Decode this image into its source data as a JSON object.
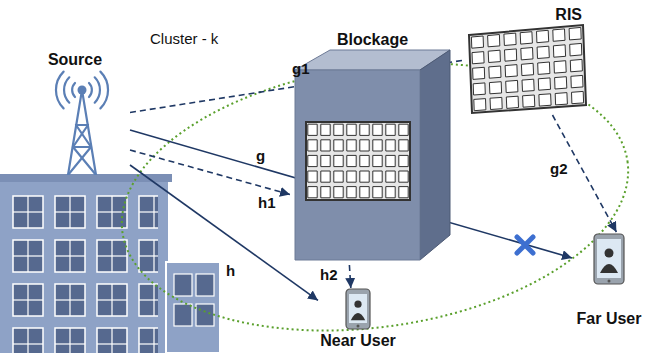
{
  "diagram": {
    "nodes": [
      {
        "text": [
          "Source"
        ]
      },
      {
        "text": [
          "RIS"
        ]
      },
      {
        "text": [
          "Blockage"
        ]
      },
      {
        "text": [
          "Near User"
        ]
      },
      {
        "text": [
          "Far User"
        ]
      }
    ],
    "edges": [
      {
        "from": 0,
        "to": 1,
        "label": "g1",
        "arrow": "none"
      },
      {
        "from": 0,
        "to": 4,
        "label": "g",
        "arrow": "to"
      },
      {
        "from": 0,
        "to": 2,
        "label": "h1",
        "arrow": "to"
      },
      {
        "from": 0,
        "to": 3,
        "label": "h",
        "arrow": "to"
      },
      {
        "from": 2,
        "to": 3,
        "label": "h2",
        "arrow": "to"
      },
      {
        "from": 1,
        "to": 4,
        "label": "g2",
        "arrow": "to"
      }
    ],
    "labels": [
      "Cluster - k"
    ]
  }
}
